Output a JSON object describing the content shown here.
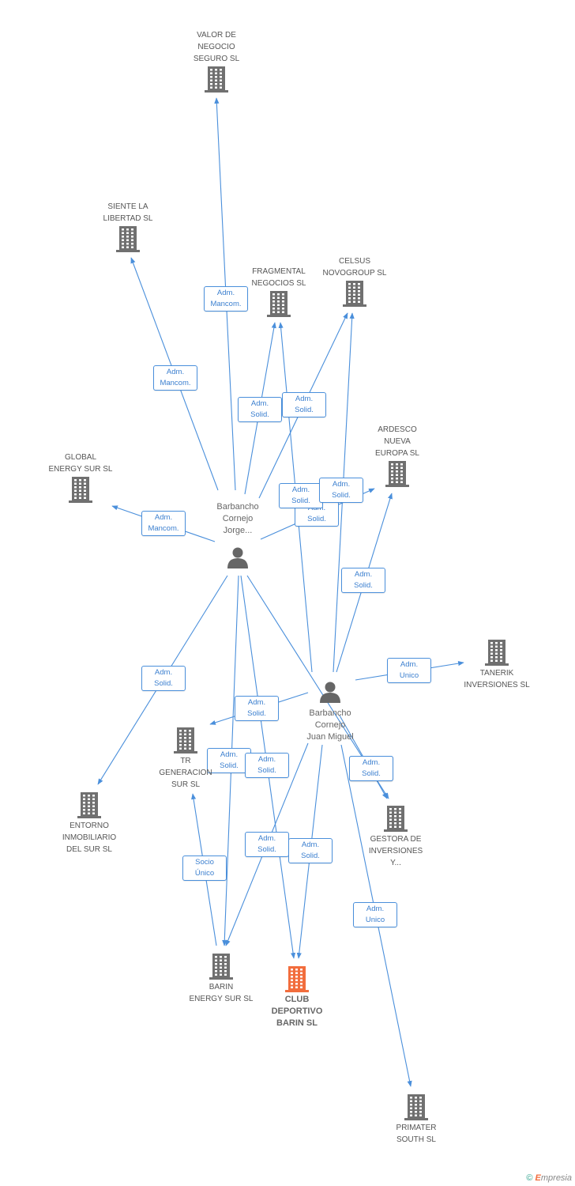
{
  "colors": {
    "edge": "#4a8fdb",
    "building": "#707070",
    "main_building": "#f26d3d",
    "person": "#666666"
  },
  "people": [
    {
      "id": "jorge",
      "label": "Barbancho\nCornejo\nJorge..."
    },
    {
      "id": "juan",
      "label": "Barbancho\nCornejo\nJuan Miguel"
    }
  ],
  "companies": [
    {
      "id": "valor",
      "label": "VALOR DE\nNEGOCIO\nSEGURO SL"
    },
    {
      "id": "siente",
      "label": "SIENTE LA\nLIBERTAD SL"
    },
    {
      "id": "fragmental",
      "label": "FRAGMENTAL\nNEGOCIOS SL"
    },
    {
      "id": "celsus",
      "label": "CELSUS\nNOVOGROUP SL"
    },
    {
      "id": "global",
      "label": "GLOBAL\nENERGY SUR  SL"
    },
    {
      "id": "ardesco",
      "label": "ARDESCO\nNUEVA\nEUROPA SL"
    },
    {
      "id": "tanerik",
      "label": "TANERIK\nINVERSIONES SL"
    },
    {
      "id": "tr",
      "label": "TR\nGENERACION\nSUR SL"
    },
    {
      "id": "entorno",
      "label": "ENTORNO\nINMOBILIARIO\nDEL SUR SL"
    },
    {
      "id": "gestora",
      "label": "GESTORA DE\nINVERSIONES\nY..."
    },
    {
      "id": "barin",
      "label": "BARIN\nENERGY SUR SL"
    },
    {
      "id": "club",
      "label": "CLUB\nDEPORTIVO\nBARIN SL",
      "main": true
    },
    {
      "id": "primater",
      "label": "PRIMATER\nSOUTH SL"
    }
  ],
  "edges": [
    {
      "from": "jorge",
      "to": "valor",
      "label": "Adm.\nMancom."
    },
    {
      "from": "jorge",
      "to": "siente",
      "label": "Adm.\nMancom."
    },
    {
      "from": "jorge",
      "to": "global",
      "label": "Adm.\nMancom."
    },
    {
      "from": "jorge",
      "to": "fragmental",
      "label": "Adm.\nSolid."
    },
    {
      "from": "jorge",
      "to": "celsus",
      "label": "Adm.\nSolid."
    },
    {
      "from": "jorge",
      "to": "ardesco",
      "label": "Adm.\nSolid."
    },
    {
      "from": "jorge",
      "to": "entorno",
      "label": "Adm.\nSolid."
    },
    {
      "from": "jorge",
      "to": "barin",
      "label": "Adm.\nSolid."
    },
    {
      "from": "jorge",
      "to": "club",
      "label": "Adm.\nSolid."
    },
    {
      "from": "jorge",
      "to": "gestora",
      "label": "Adm.\nSolid."
    },
    {
      "from": "juan",
      "to": "fragmental",
      "label": "Adm.\nSolid."
    },
    {
      "from": "juan",
      "to": "celsus",
      "label": "Adm.\nSolid."
    },
    {
      "from": "juan",
      "to": "ardesco",
      "label": "Adm.\nSolid."
    },
    {
      "from": "juan",
      "to": "tanerik",
      "label": "Adm.\nUnico"
    },
    {
      "from": "juan",
      "to": "tr",
      "label": "Adm.\nSolid."
    },
    {
      "from": "juan",
      "to": "gestora",
      "label": "Adm.\nSolid."
    },
    {
      "from": "juan",
      "to": "barin",
      "label": "Adm.\nSolid."
    },
    {
      "from": "juan",
      "to": "club",
      "label": "Adm.\nSolid."
    },
    {
      "from": "juan",
      "to": "primater",
      "label": "Adm.\nUnico"
    },
    {
      "from": "barin",
      "to": "tr",
      "label": "Socio\nÚnico"
    }
  ],
  "footer": {
    "copyright": "©",
    "brand_e": "E",
    "brand_rest": "mpresia"
  }
}
